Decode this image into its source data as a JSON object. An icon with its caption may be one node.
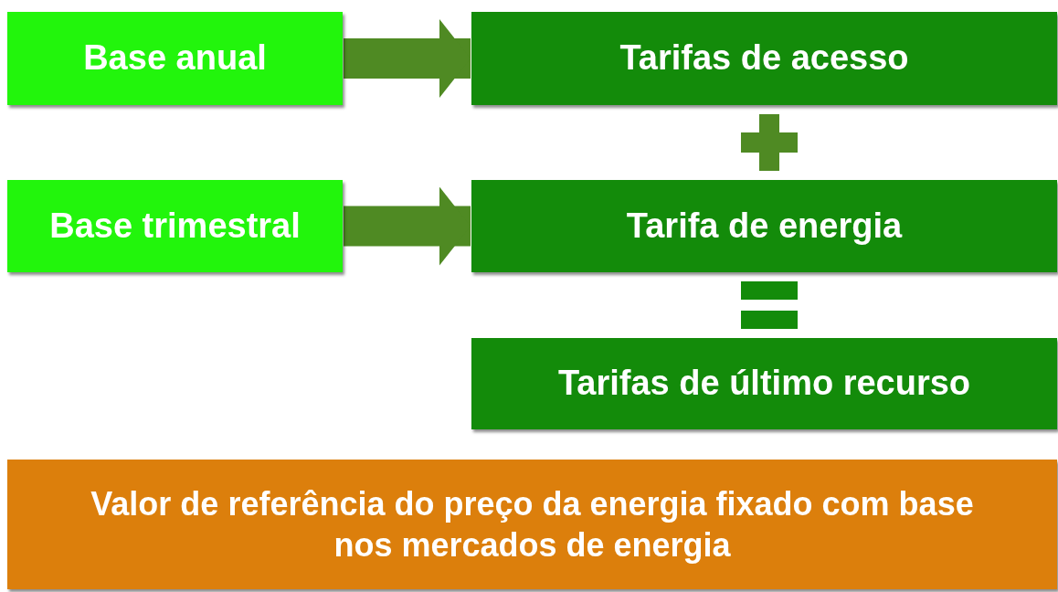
{
  "diagram": {
    "nodes": [
      {
        "text": [
          "Base anual"
        ]
      },
      {
        "text": [
          "Tarifas de acesso"
        ]
      },
      {
        "text": [
          "Base trimestral"
        ]
      },
      {
        "text": [
          "Tarifa de energia"
        ]
      },
      {
        "text": [
          "Tarifas de último recurso"
        ]
      },
      {
        "text": [
          "Valor de referência do preço da energia fixado com base nos mercados de energia"
        ]
      }
    ],
    "edges": [
      {
        "from": 0,
        "to": 1,
        "arrow": "to"
      },
      {
        "from": 2,
        "to": 3,
        "arrow": "to"
      }
    ]
  }
}
